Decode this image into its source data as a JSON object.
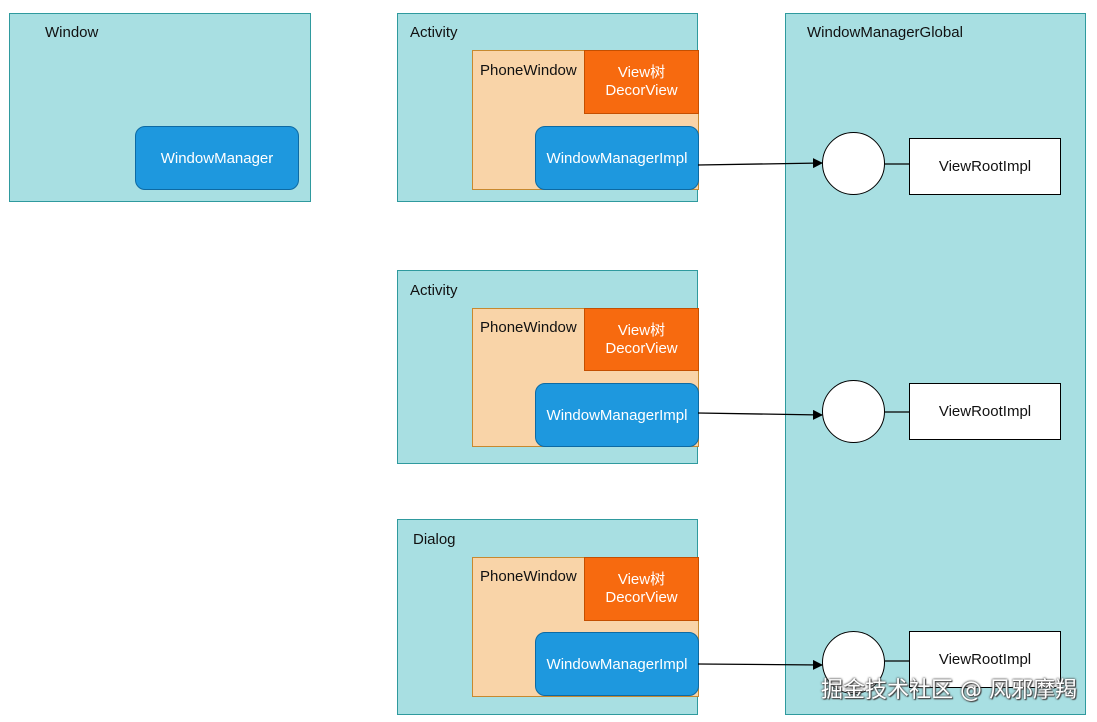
{
  "window_box": {
    "title": "Window",
    "manager": "WindowManager"
  },
  "activity1": {
    "title": "Activity",
    "phone_window": "PhoneWindow",
    "decor_line1": "View树",
    "decor_line2": "DecorView",
    "impl": "WindowManagerImpl"
  },
  "activity2": {
    "title": "Activity",
    "phone_window": "PhoneWindow",
    "decor_line1": "View树",
    "decor_line2": "DecorView",
    "impl": "WindowManagerImpl"
  },
  "dialog": {
    "title": "Dialog",
    "phone_window": "PhoneWindow",
    "decor_line1": "View树",
    "decor_line2": "DecorView",
    "impl": "WindowManagerImpl"
  },
  "global": {
    "title": "WindowManagerGlobal",
    "roots": [
      "ViewRootImpl",
      "ViewRootImpl",
      "ViewRootImpl"
    ]
  },
  "watermark": "掘金技术社区 @ 风邪摩羯",
  "colors": {
    "container": "#a8dfe2",
    "phone_window": "#f9d4a8",
    "decor": "#f76a0f",
    "impl": "#1e98de",
    "node": "#ffffff"
  }
}
